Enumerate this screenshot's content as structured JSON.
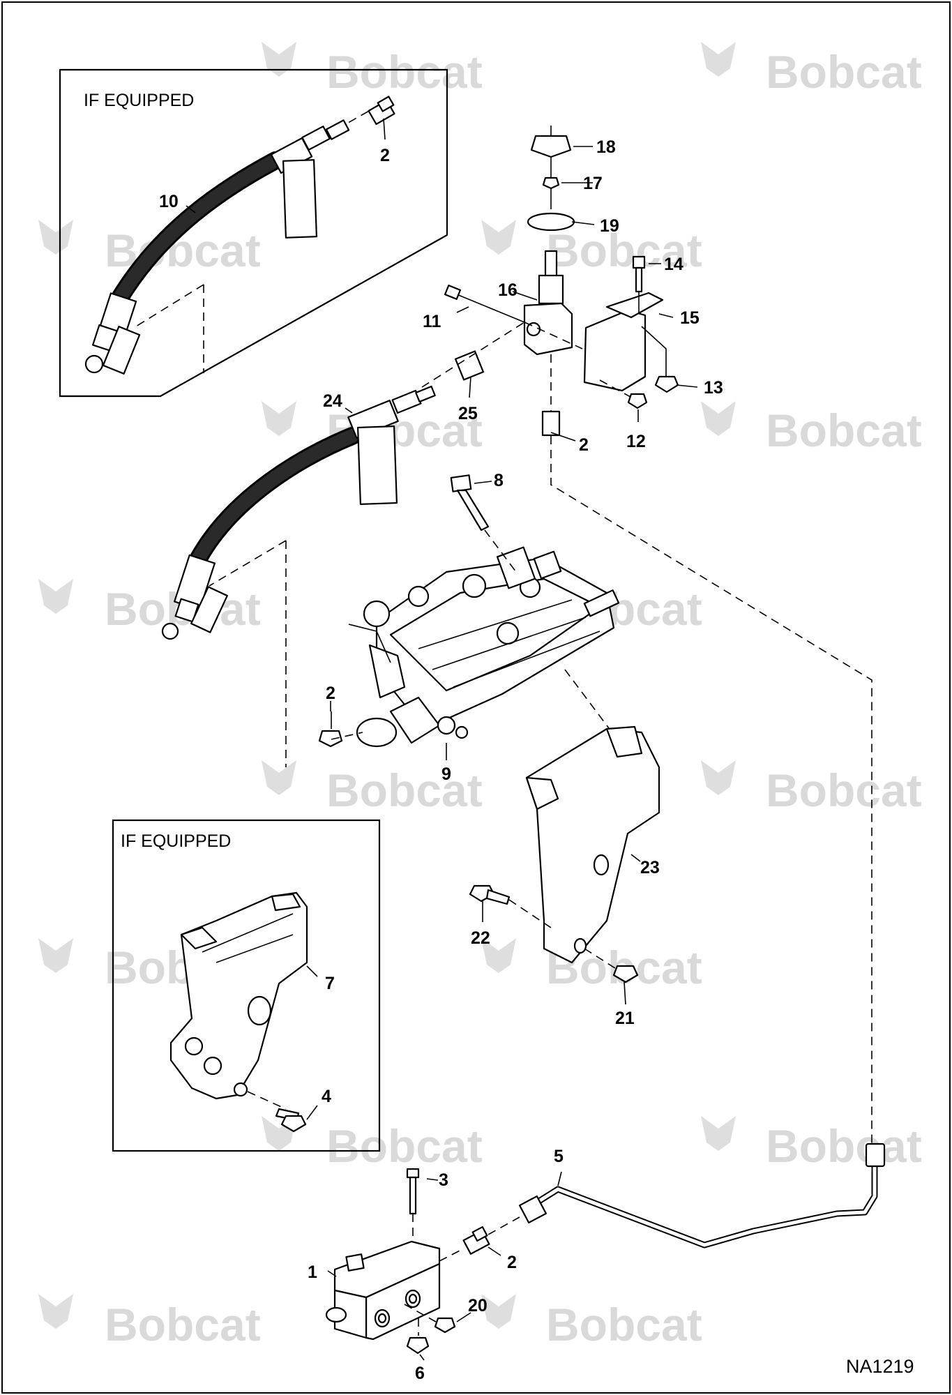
{
  "boxes": {
    "top_title": "IF EQUIPPED",
    "bottom_title": "IF EQUIPPED"
  },
  "watermark": {
    "text": "Bobcat"
  },
  "reference": "NA1219",
  "callouts": {
    "c1": "1",
    "c2a": "2",
    "c2b": "2",
    "c2c": "2",
    "c2d": "2",
    "c3": "3",
    "c4": "4",
    "c5": "5",
    "c6": "6",
    "c7": "7",
    "c8": "8",
    "c9": "9",
    "c10": "10",
    "c11": "11",
    "c12": "12",
    "c13": "13",
    "c14": "14",
    "c15": "15",
    "c16": "16",
    "c17": "17",
    "c18": "18",
    "c19": "19",
    "c20": "20",
    "c21": "21",
    "c22": "22",
    "c23": "23",
    "c24": "24",
    "c25": "25"
  }
}
